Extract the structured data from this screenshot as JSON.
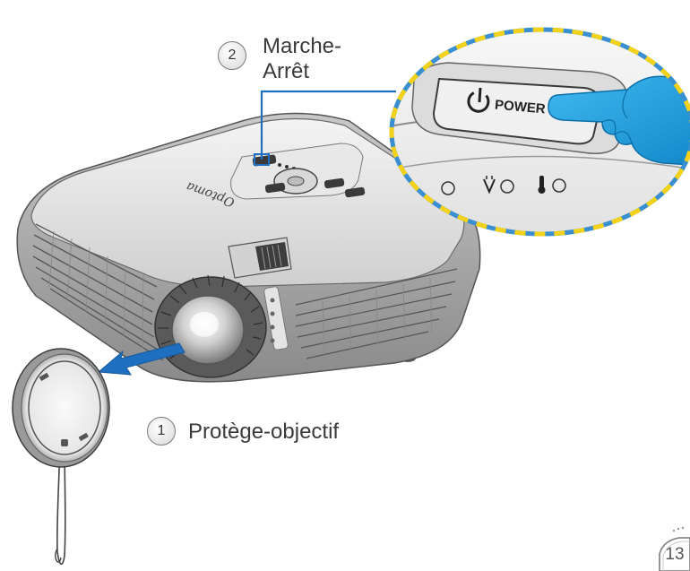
{
  "callouts": [
    {
      "number": "2",
      "label_line1": "Marche-",
      "label_line2": "Arrêt"
    },
    {
      "number": "1",
      "label": "Protège-objectif"
    }
  ],
  "projector": {
    "brand": "Optoma"
  },
  "power_button": {
    "label": "POWER"
  },
  "page": {
    "number": "13"
  },
  "colors": {
    "callout_line": "#1e6fbf",
    "arrow": "#1e6fbf",
    "zoom_border_yellow": "#f2d21a",
    "zoom_border_blue": "#3a8fd0",
    "hand": "#1ba0e0"
  }
}
